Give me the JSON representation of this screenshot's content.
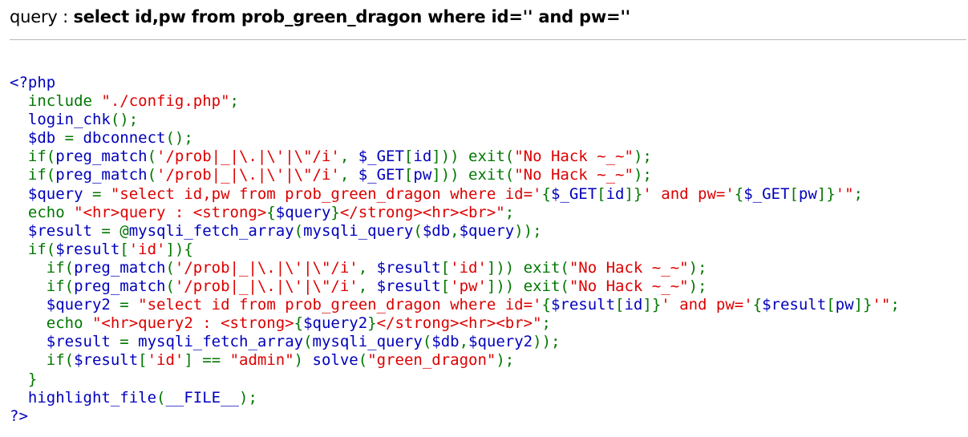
{
  "query_display": {
    "label": "query : ",
    "value": "select id,pw from prob_green_dragon where id='' and pw=''"
  },
  "source_code": {
    "lines": [
      [
        {
          "t": "d",
          "v": "<?php"
        }
      ],
      [
        {
          "t": "k",
          "v": "  include "
        },
        {
          "t": "s",
          "v": "\"./config.php\""
        },
        {
          "t": "k",
          "v": ";"
        }
      ],
      [
        {
          "t": "d",
          "v": "  login_chk"
        },
        {
          "t": "k",
          "v": "();"
        }
      ],
      [
        {
          "t": "d",
          "v": "  $db "
        },
        {
          "t": "k",
          "v": "= "
        },
        {
          "t": "d",
          "v": "dbconnect"
        },
        {
          "t": "k",
          "v": "();"
        }
      ],
      [
        {
          "t": "k",
          "v": "  if("
        },
        {
          "t": "d",
          "v": "preg_match"
        },
        {
          "t": "k",
          "v": "("
        },
        {
          "t": "s",
          "v": "'/prob|_|\\.|\\'|\\\"/i'"
        },
        {
          "t": "k",
          "v": ", "
        },
        {
          "t": "d",
          "v": "$_GET"
        },
        {
          "t": "k",
          "v": "["
        },
        {
          "t": "d",
          "v": "id"
        },
        {
          "t": "k",
          "v": "])) exit("
        },
        {
          "t": "s",
          "v": "\"No Hack ~_~\""
        },
        {
          "t": "k",
          "v": ");"
        }
      ],
      [
        {
          "t": "k",
          "v": "  if("
        },
        {
          "t": "d",
          "v": "preg_match"
        },
        {
          "t": "k",
          "v": "("
        },
        {
          "t": "s",
          "v": "'/prob|_|\\.|\\'|\\\"/i'"
        },
        {
          "t": "k",
          "v": ", "
        },
        {
          "t": "d",
          "v": "$_GET"
        },
        {
          "t": "k",
          "v": "["
        },
        {
          "t": "d",
          "v": "pw"
        },
        {
          "t": "k",
          "v": "])) exit("
        },
        {
          "t": "s",
          "v": "\"No Hack ~_~\""
        },
        {
          "t": "k",
          "v": ");"
        }
      ],
      [
        {
          "t": "d",
          "v": "  $query "
        },
        {
          "t": "k",
          "v": "= "
        },
        {
          "t": "s",
          "v": "\"select id,pw from prob_green_dragon where id='"
        },
        {
          "t": "k",
          "v": "{"
        },
        {
          "t": "d",
          "v": "$_GET"
        },
        {
          "t": "k",
          "v": "["
        },
        {
          "t": "d",
          "v": "id"
        },
        {
          "t": "k",
          "v": "]}"
        },
        {
          "t": "s",
          "v": "' and pw='"
        },
        {
          "t": "k",
          "v": "{"
        },
        {
          "t": "d",
          "v": "$_GET"
        },
        {
          "t": "k",
          "v": "["
        },
        {
          "t": "d",
          "v": "pw"
        },
        {
          "t": "k",
          "v": "]}"
        },
        {
          "t": "s",
          "v": "'\""
        },
        {
          "t": "k",
          "v": ";"
        }
      ],
      [
        {
          "t": "k",
          "v": "  echo "
        },
        {
          "t": "s",
          "v": "\"<hr>query : <strong>"
        },
        {
          "t": "k",
          "v": "{"
        },
        {
          "t": "d",
          "v": "$query"
        },
        {
          "t": "k",
          "v": "}"
        },
        {
          "t": "s",
          "v": "</strong><hr><br>\""
        },
        {
          "t": "k",
          "v": ";"
        }
      ],
      [
        {
          "t": "d",
          "v": "  $result "
        },
        {
          "t": "k",
          "v": "= @"
        },
        {
          "t": "d",
          "v": "mysqli_fetch_array"
        },
        {
          "t": "k",
          "v": "("
        },
        {
          "t": "d",
          "v": "mysqli_query"
        },
        {
          "t": "k",
          "v": "("
        },
        {
          "t": "d",
          "v": "$db"
        },
        {
          "t": "k",
          "v": ","
        },
        {
          "t": "d",
          "v": "$query"
        },
        {
          "t": "k",
          "v": "));"
        }
      ],
      [
        {
          "t": "k",
          "v": "  if("
        },
        {
          "t": "d",
          "v": "$result"
        },
        {
          "t": "k",
          "v": "["
        },
        {
          "t": "s",
          "v": "'id'"
        },
        {
          "t": "k",
          "v": "]){"
        }
      ],
      [
        {
          "t": "k",
          "v": "    if("
        },
        {
          "t": "d",
          "v": "preg_match"
        },
        {
          "t": "k",
          "v": "("
        },
        {
          "t": "s",
          "v": "'/prob|_|\\.|\\'|\\\"/i'"
        },
        {
          "t": "k",
          "v": ", "
        },
        {
          "t": "d",
          "v": "$result"
        },
        {
          "t": "k",
          "v": "["
        },
        {
          "t": "s",
          "v": "'id'"
        },
        {
          "t": "k",
          "v": "])) exit("
        },
        {
          "t": "s",
          "v": "\"No Hack ~_~\""
        },
        {
          "t": "k",
          "v": ");"
        }
      ],
      [
        {
          "t": "k",
          "v": "    if("
        },
        {
          "t": "d",
          "v": "preg_match"
        },
        {
          "t": "k",
          "v": "("
        },
        {
          "t": "s",
          "v": "'/prob|_|\\.|\\'|\\\"/i'"
        },
        {
          "t": "k",
          "v": ", "
        },
        {
          "t": "d",
          "v": "$result"
        },
        {
          "t": "k",
          "v": "["
        },
        {
          "t": "s",
          "v": "'pw'"
        },
        {
          "t": "k",
          "v": "])) exit("
        },
        {
          "t": "s",
          "v": "\"No Hack ~_~\""
        },
        {
          "t": "k",
          "v": ");"
        }
      ],
      [
        {
          "t": "d",
          "v": "    $query2 "
        },
        {
          "t": "k",
          "v": "= "
        },
        {
          "t": "s",
          "v": "\"select id from prob_green_dragon where id='"
        },
        {
          "t": "k",
          "v": "{"
        },
        {
          "t": "d",
          "v": "$result"
        },
        {
          "t": "k",
          "v": "["
        },
        {
          "t": "d",
          "v": "id"
        },
        {
          "t": "k",
          "v": "]}"
        },
        {
          "t": "s",
          "v": "' and pw='"
        },
        {
          "t": "k",
          "v": "{"
        },
        {
          "t": "d",
          "v": "$result"
        },
        {
          "t": "k",
          "v": "["
        },
        {
          "t": "d",
          "v": "pw"
        },
        {
          "t": "k",
          "v": "]}"
        },
        {
          "t": "s",
          "v": "'\""
        },
        {
          "t": "k",
          "v": ";"
        }
      ],
      [
        {
          "t": "k",
          "v": "    echo "
        },
        {
          "t": "s",
          "v": "\"<hr>query2 : <strong>"
        },
        {
          "t": "k",
          "v": "{"
        },
        {
          "t": "d",
          "v": "$query2"
        },
        {
          "t": "k",
          "v": "}"
        },
        {
          "t": "s",
          "v": "</strong><hr><br>\""
        },
        {
          "t": "k",
          "v": ";"
        }
      ],
      [
        {
          "t": "d",
          "v": "    $result "
        },
        {
          "t": "k",
          "v": "= "
        },
        {
          "t": "d",
          "v": "mysqli_fetch_array"
        },
        {
          "t": "k",
          "v": "("
        },
        {
          "t": "d",
          "v": "mysqli_query"
        },
        {
          "t": "k",
          "v": "("
        },
        {
          "t": "d",
          "v": "$db"
        },
        {
          "t": "k",
          "v": ","
        },
        {
          "t": "d",
          "v": "$query2"
        },
        {
          "t": "k",
          "v": "));"
        }
      ],
      [
        {
          "t": "k",
          "v": "    if("
        },
        {
          "t": "d",
          "v": "$result"
        },
        {
          "t": "k",
          "v": "["
        },
        {
          "t": "s",
          "v": "'id'"
        },
        {
          "t": "k",
          "v": "] == "
        },
        {
          "t": "s",
          "v": "\"admin\""
        },
        {
          "t": "k",
          "v": ") "
        },
        {
          "t": "d",
          "v": "solve"
        },
        {
          "t": "k",
          "v": "("
        },
        {
          "t": "s",
          "v": "\"green_dragon\""
        },
        {
          "t": "k",
          "v": ");"
        }
      ],
      [
        {
          "t": "k",
          "v": "  }"
        }
      ],
      [
        {
          "t": "d",
          "v": "  highlight_file"
        },
        {
          "t": "k",
          "v": "("
        },
        {
          "t": "d",
          "v": "__FILE__"
        },
        {
          "t": "k",
          "v": ");"
        }
      ],
      [
        {
          "t": "d",
          "v": "?>"
        }
      ]
    ]
  },
  "colors": {
    "default": "#0000BB",
    "keyword": "#007700",
    "string": "#DD0000",
    "divider": "#b8b8b8"
  }
}
